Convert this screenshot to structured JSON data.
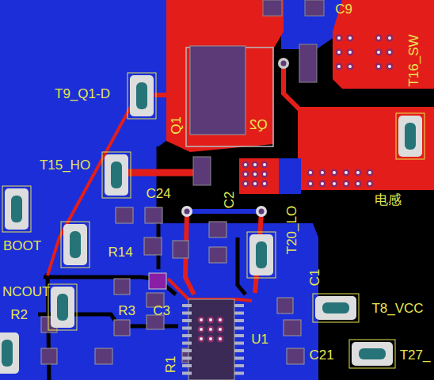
{
  "diagram": {
    "labels": [
      "C9",
      "T16_SW",
      "T9_Q1-D",
      "Q1",
      "Q2",
      "T15_HO",
      "C24",
      "C2",
      "BOOT",
      "R14",
      "T20_LO",
      "NCOUT",
      "R2",
      "C1",
      "R3",
      "C3",
      "T8_VCC",
      "U1",
      "R1",
      "C21",
      "T27_",
      "电感"
    ]
  }
}
